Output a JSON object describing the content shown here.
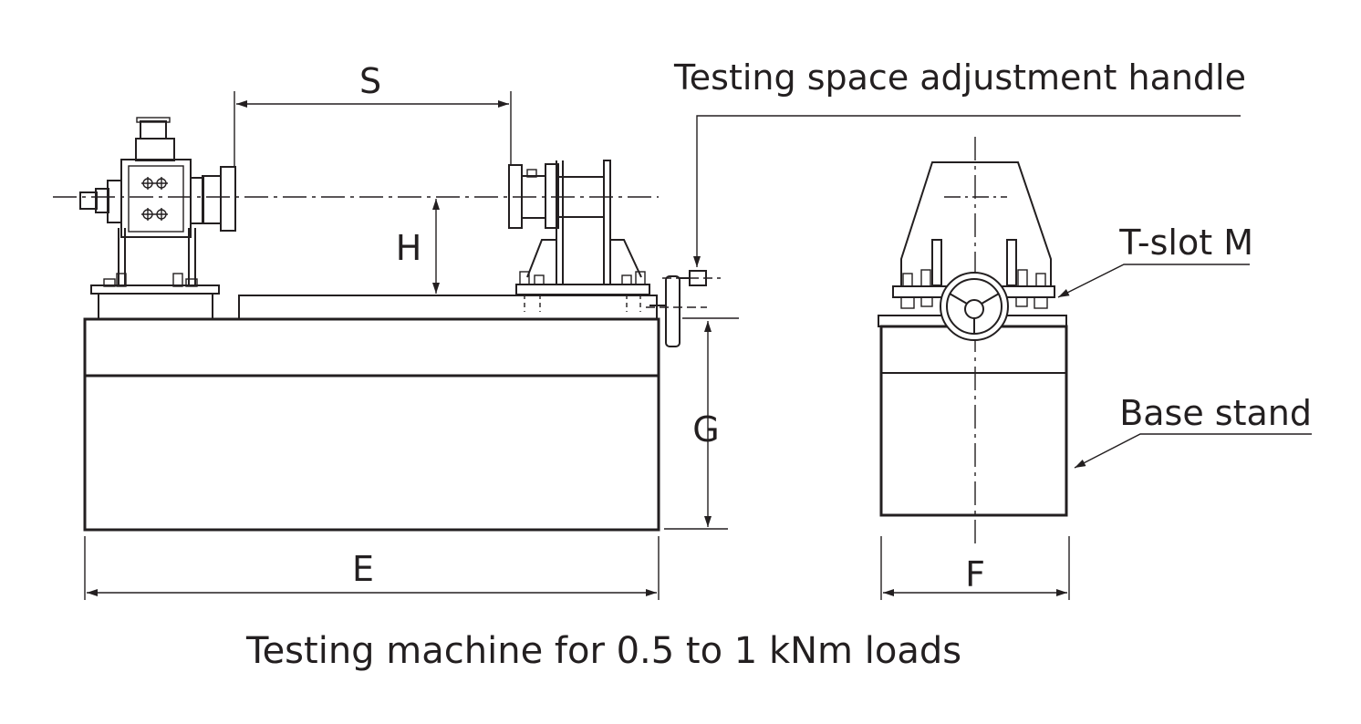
{
  "labels": {
    "S": "S",
    "H": "H",
    "G": "G",
    "E": "E",
    "F": "F",
    "handle": "Testing space adjustment handle",
    "tslot": "T-slot M",
    "base": "Base stand"
  },
  "caption": "Testing machine for 0.5 to 1 kNm loads"
}
